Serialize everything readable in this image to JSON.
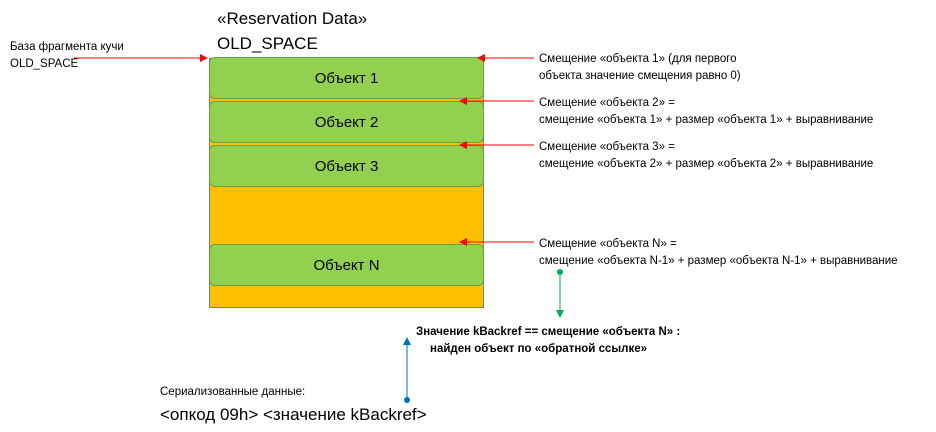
{
  "header": {
    "stereotype": "«Reservation Data»",
    "space": "OLD_SPACE"
  },
  "heap_base_label": [
    "База фрагмента кучи",
    "OLD_SPACE"
  ],
  "objects": [
    "Объект 1",
    "Объект 2",
    "Объект 3",
    "Объект N"
  ],
  "offsets": [
    [
      "Смещение «объекта 1» (для первого",
      "объекта значение смещения равно 0)"
    ],
    [
      "Смещение «объекта 2» =",
      "смещение «объекта 1» + размер «объекта 1» + выравнивание"
    ],
    [
      "Смещение «объекта 3» =",
      "смещение «объекта 2» + размер «объекта 2» + выравнивание"
    ],
    [
      "Смещение «объекта N» =",
      "смещение «объекта N-1» + размер «объекта N-1» + выравнивание"
    ]
  ],
  "backref_result": [
    "Значение kBackref == смещение «объекта N» :",
    "найден объект по «обратной ссылке»"
  ],
  "serialized": {
    "label": "Сериализованные данные:",
    "command": "<опкод 09h> <значение kBackref>"
  },
  "colors": {
    "heap_fill": "#ffc000",
    "object_fill": "#92d050",
    "offset_arrow": "#ff0000",
    "match_arrow": "#00b050",
    "ref_arrow": "#0070c0"
  }
}
